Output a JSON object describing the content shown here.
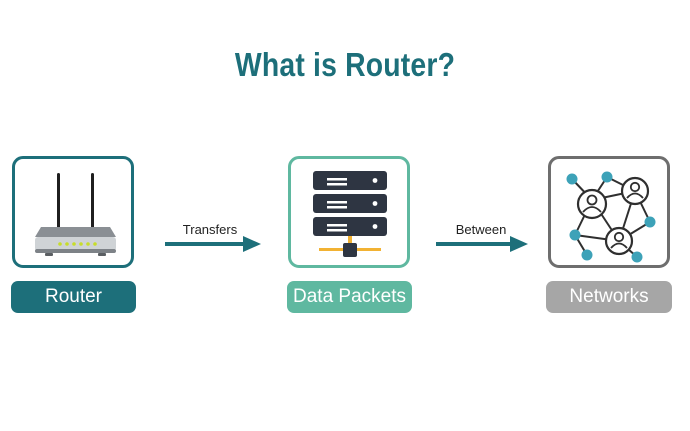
{
  "title": "What is Router?",
  "nodes": {
    "router": {
      "label": "Router",
      "icon": "router-icon",
      "color": "#1d6f7a"
    },
    "packets": {
      "label": "Data Packets",
      "icon": "server-icon",
      "color": "#5fb8a0"
    },
    "networks": {
      "label": "Networks",
      "icon": "network-icon",
      "color": "#a6a6a6"
    }
  },
  "connectors": [
    {
      "label": "Transfers"
    },
    {
      "label": "Between"
    }
  ]
}
